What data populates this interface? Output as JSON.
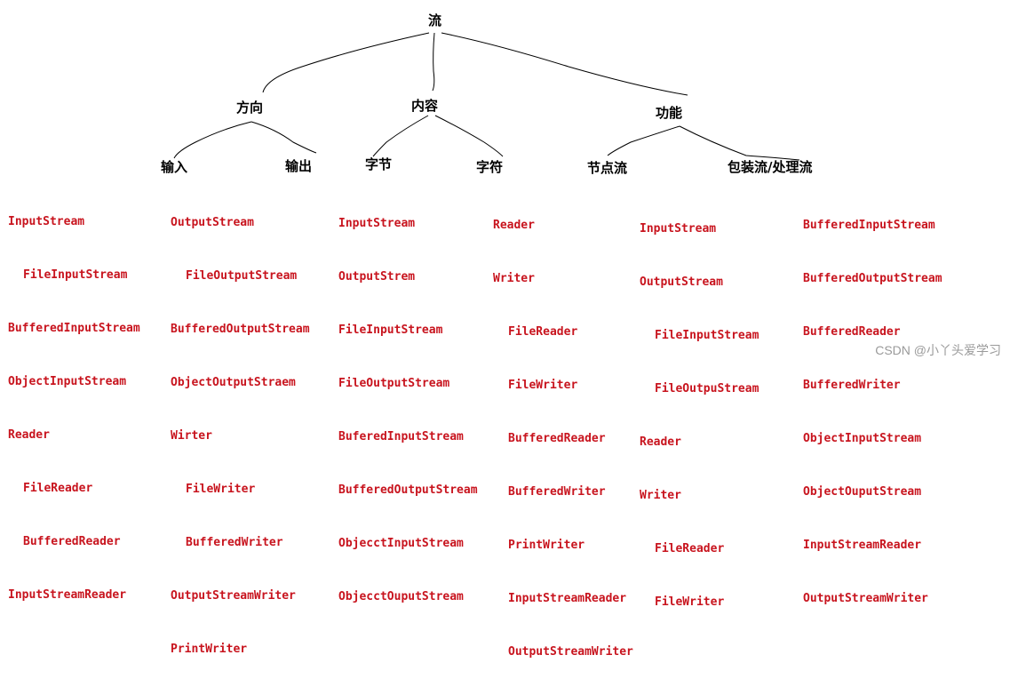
{
  "tree": {
    "root": "流",
    "categories": [
      {
        "label": "方向",
        "children": [
          "输入",
          "输出"
        ]
      },
      {
        "label": "内容",
        "children": [
          "字节",
          "字符"
        ]
      },
      {
        "label": "功能",
        "children": [
          "节点流",
          "包装流/处理流"
        ]
      }
    ]
  },
  "lists": {
    "input": [
      "InputStream",
      "FileInputStream",
      "BufferedInputStream",
      "ObjectInputStream",
      "Reader",
      "FileReader",
      "BufferedReader",
      "InputStreamReader"
    ],
    "output": [
      "OutputStream",
      "FileOutputStream",
      "BufferedOutputStream",
      "ObjectOutputStraem",
      "Wirter",
      "FileWriter",
      "BufferedWriter",
      "OutputStreamWriter",
      "PrintWriter"
    ],
    "byte": [
      "InputStream",
      "OutputStrem",
      "FileInputStream",
      "FileOutputStream",
      "BuferedInputStream",
      "BufferedOutputStream",
      "ObjecctInputStream",
      "ObjecctOuputStream"
    ],
    "char": [
      "Reader",
      "Writer",
      "FileReader",
      "FileWriter",
      "BufferedReader",
      "BufferedWriter",
      "PrintWriter",
      "InputStreamReader",
      "OutputStreamWriter"
    ],
    "node": [
      "InputStream",
      "OutputStream",
      "FileInputStream",
      "FileOutpuStream",
      "Reader",
      "Writer",
      "FileReader",
      "FileWriter"
    ],
    "wrapper": [
      "BufferedInputStream",
      "BufferedOutputStream",
      "BufferedReader",
      "BufferedWriter",
      "ObjectInputStream",
      "ObjectOuputStream",
      "InputStreamReader",
      "OutputStreamWriter"
    ]
  },
  "watermark": "CSDN @小丫头爱学习",
  "colors": {
    "list_text": "#c8141e",
    "node_text": "#000000",
    "line": "#000000"
  }
}
